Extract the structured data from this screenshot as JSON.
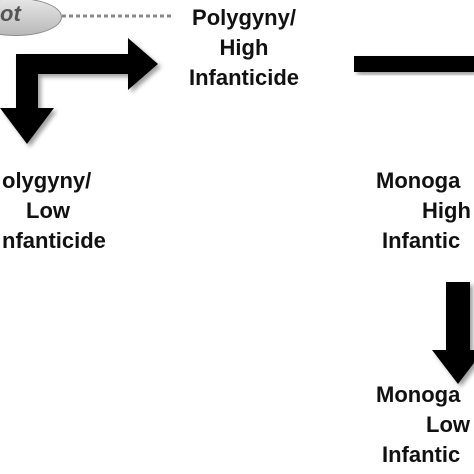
{
  "root_node": {
    "text": "ot"
  },
  "nodes": {
    "polygyny_high": {
      "line1": "Polygyny/",
      "line2": "High",
      "line3": "Infanticide"
    },
    "polygyny_low": {
      "line1": "olygyny/",
      "line2": "Low",
      "line3": "nfanticide"
    },
    "monogamy_high": {
      "line1": "Monoga",
      "line2": "High",
      "line3": "Infantic"
    },
    "monogamy_low": {
      "line1": "Monoga",
      "line2": "Low",
      "line3": "Infantic"
    }
  },
  "colors": {
    "arrow": "#000000",
    "text": "#111111",
    "dotted": "#888888",
    "oval": "#cccccc"
  }
}
